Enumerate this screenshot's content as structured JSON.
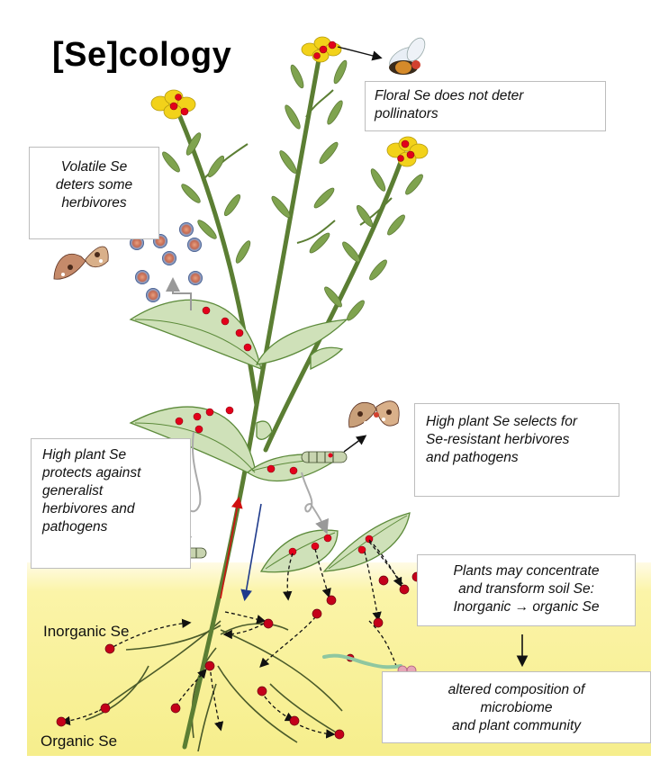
{
  "title": "[Se]cology",
  "boxes": {
    "floral": [
      "Floral Se does not deter",
      "pollinators"
    ],
    "volatile": [
      "Volatile Se",
      "deters some",
      "herbivores"
    ],
    "high_selects": [
      "High plant Se selects for",
      "Se-resistant herbivores",
      "and pathogens"
    ],
    "protects": [
      "High plant Se",
      "protects against",
      "generalist",
      "herbivores and",
      "pathogens"
    ],
    "concentrate": [
      "Plants may concentrate",
      "and transform soil Se:",
      "Inorganic → organic Se"
    ],
    "altered": [
      "altered composition of",
      "microbiome",
      "and plant community"
    ]
  },
  "labels": {
    "inorganic": "Inorganic Se",
    "organic": "Organic Se"
  },
  "colors": {
    "soil_yellow": "#f7f1a2",
    "leaf_fill": "#cfe1b9",
    "leaf_stroke": "#5c8a3a",
    "stem": "#5b7e33",
    "se_dot": "#e3001b",
    "flower_yellow": "#f2d21a"
  }
}
